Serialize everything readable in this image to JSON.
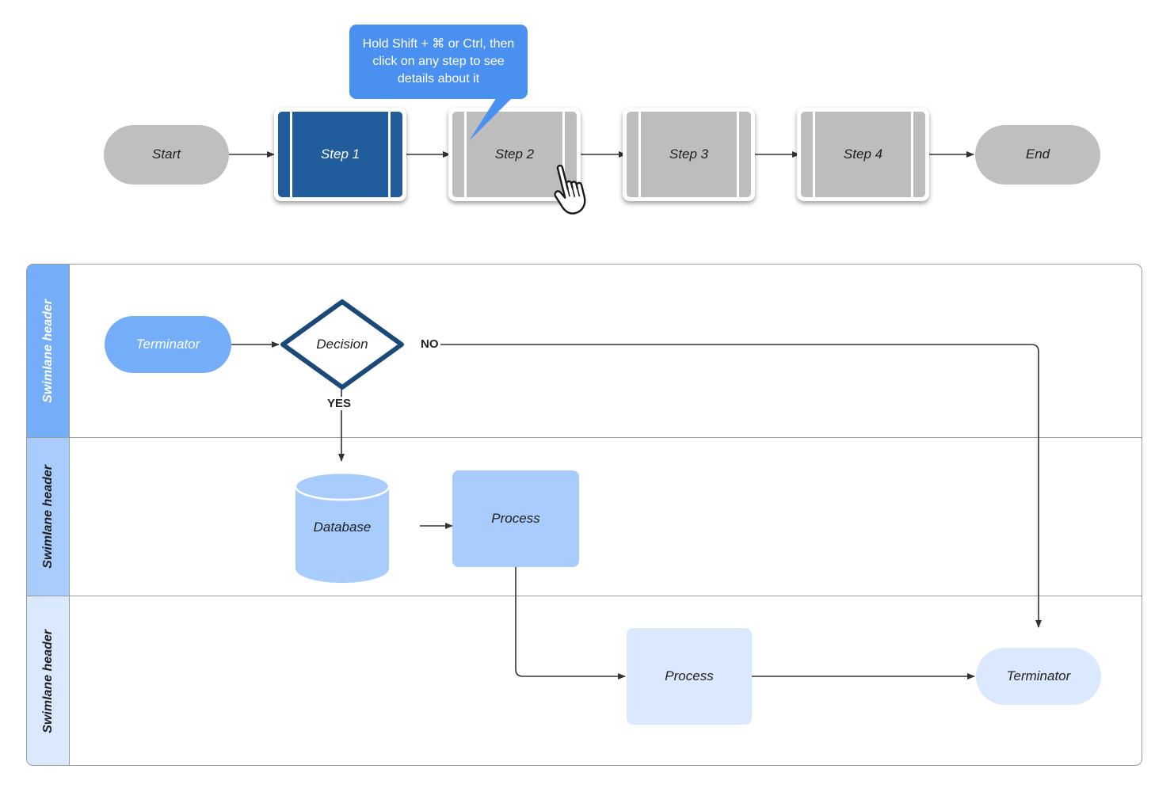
{
  "tooltip": {
    "text": "Hold Shift + ⌘ or Ctrl, then click on any step to see details about it",
    "bg_color": "#4a90f0",
    "text_color": "#ffffff"
  },
  "top_flow": {
    "nodes": [
      {
        "id": "start",
        "label": "Start",
        "shape": "terminator",
        "fill": "#bfbfbf"
      },
      {
        "id": "step1",
        "label": "Step 1",
        "shape": "predefined-process",
        "fill": "#215C9D",
        "selected": true
      },
      {
        "id": "step2",
        "label": "Step 2",
        "shape": "predefined-process",
        "fill": "#bdbdbd",
        "selected": false
      },
      {
        "id": "step3",
        "label": "Step 3",
        "shape": "predefined-process",
        "fill": "#bdbdbd",
        "selected": false
      },
      {
        "id": "step4",
        "label": "Step 4",
        "shape": "predefined-process",
        "fill": "#bdbdbd",
        "selected": false
      },
      {
        "id": "end",
        "label": "End",
        "shape": "terminator",
        "fill": "#bfbfbf"
      }
    ]
  },
  "cursor": {
    "type": "pointing-hand"
  },
  "swimlanes": {
    "lanes": [
      {
        "id": "lane1",
        "header": "Swimlane header",
        "header_bg": "#74aef8",
        "header_text": "#ffffff"
      },
      {
        "id": "lane2",
        "header": "Swimlane header",
        "header_bg": "#a8ccfb",
        "header_text": "#1f1f1f"
      },
      {
        "id": "lane3",
        "header": "Swimlane header",
        "header_bg": "#dae9fd",
        "header_text": "#1f1f1f"
      }
    ],
    "nodes": [
      {
        "id": "terminator-start",
        "label": "Terminator",
        "shape": "terminator",
        "lane": 1,
        "fill": "#74aef8",
        "text": "#ffffff"
      },
      {
        "id": "decision",
        "label": "Decision",
        "shape": "diamond",
        "lane": 1,
        "fill": "#ffffff",
        "stroke": "#1b4a7a",
        "text": "#1f1f1f"
      },
      {
        "id": "database",
        "label": "Database",
        "shape": "cylinder",
        "lane": 2,
        "fill": "#a8ccfb",
        "text": "#1f1f1f"
      },
      {
        "id": "process-mid",
        "label": "Process",
        "shape": "process",
        "lane": 2,
        "fill": "#a8ccfb",
        "text": "#1f1f1f"
      },
      {
        "id": "process-low",
        "label": "Process",
        "shape": "process",
        "lane": 3,
        "fill": "#dae9fd",
        "text": "#1f1f1f"
      },
      {
        "id": "terminator-end",
        "label": "Terminator",
        "shape": "terminator",
        "lane": 3,
        "fill": "#dae9fd",
        "text": "#1f1f1f"
      }
    ],
    "edge_labels": [
      {
        "id": "yes",
        "text": "YES"
      },
      {
        "id": "no",
        "text": "NO"
      }
    ]
  },
  "colors": {
    "accent_blue": "#4a90f0",
    "selected_step": "#215C9D",
    "step_gray": "#bdbdbd",
    "terminator_gray": "#bfbfbf",
    "lane_border": "#9a9a9a",
    "connector": "#333333"
  }
}
